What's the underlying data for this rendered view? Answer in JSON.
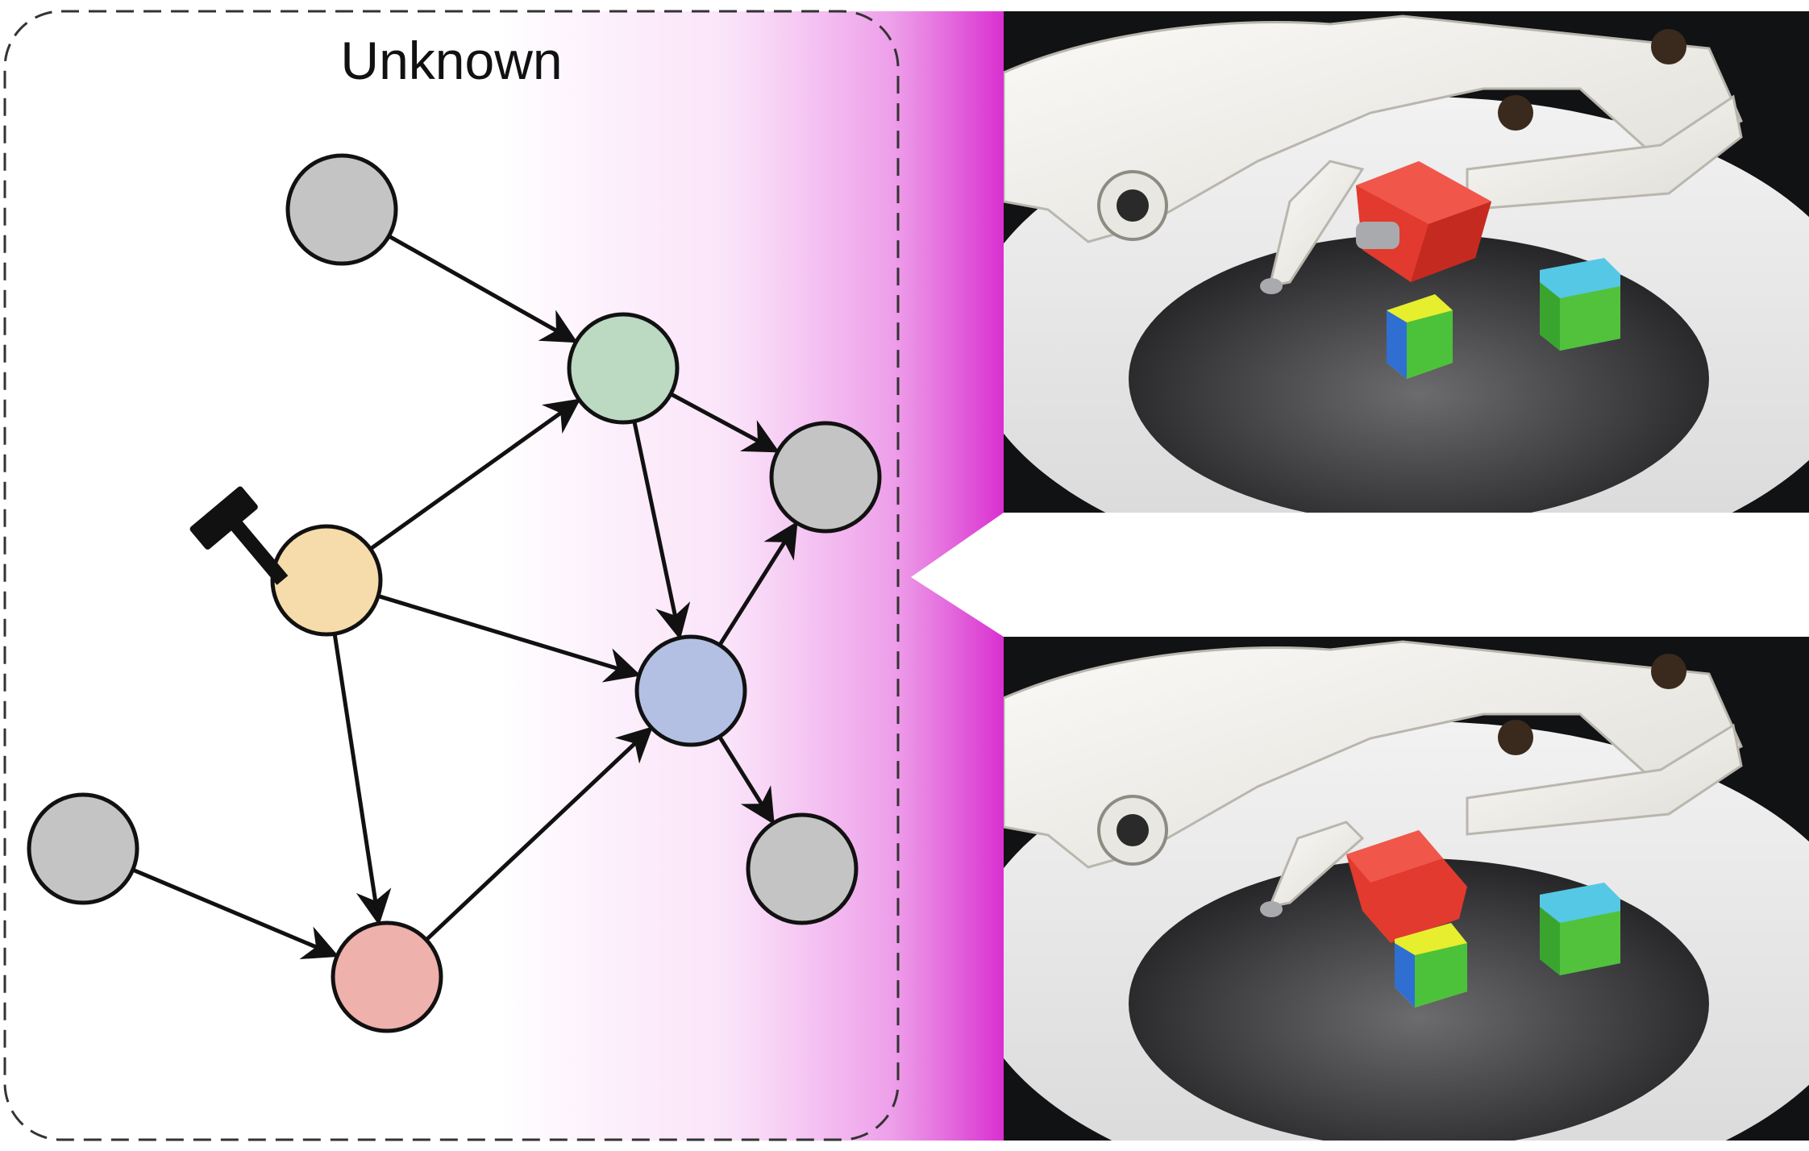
{
  "diagram": {
    "region_label": "Unknown",
    "intervention_icon": "hammer-icon",
    "nodes": [
      {
        "id": "gray-top",
        "role": "gray",
        "color": "#c4c4c4"
      },
      {
        "id": "green",
        "role": "green",
        "color": "#bcd9c1"
      },
      {
        "id": "gray-right-upper",
        "role": "gray",
        "color": "#c4c4c4"
      },
      {
        "id": "yellow",
        "role": "yellow-intervened",
        "color": "#f5dcaa"
      },
      {
        "id": "blue",
        "role": "blue",
        "color": "#b3c0e4"
      },
      {
        "id": "gray-left-lower",
        "role": "gray",
        "color": "#c4c4c4"
      },
      {
        "id": "red",
        "role": "red",
        "color": "#eeb1ab"
      },
      {
        "id": "gray-right-lower",
        "role": "gray",
        "color": "#c4c4c4"
      }
    ],
    "edges": [
      {
        "from": "gray-top",
        "to": "green"
      },
      {
        "from": "green",
        "to": "gray-right-upper"
      },
      {
        "from": "green",
        "to": "blue"
      },
      {
        "from": "yellow",
        "to": "green"
      },
      {
        "from": "yellow",
        "to": "blue"
      },
      {
        "from": "yellow",
        "to": "red"
      },
      {
        "from": "blue",
        "to": "gray-right-upper"
      },
      {
        "from": "blue",
        "to": "gray-right-lower"
      },
      {
        "from": "gray-left-lower",
        "to": "red"
      },
      {
        "from": "red",
        "to": "blue"
      }
    ],
    "accent_color": "#e040d8"
  },
  "photos": {
    "top": {
      "scene": "robot-hand-cubes-before"
    },
    "bottom": {
      "scene": "robot-hand-cubes-stacked"
    }
  }
}
